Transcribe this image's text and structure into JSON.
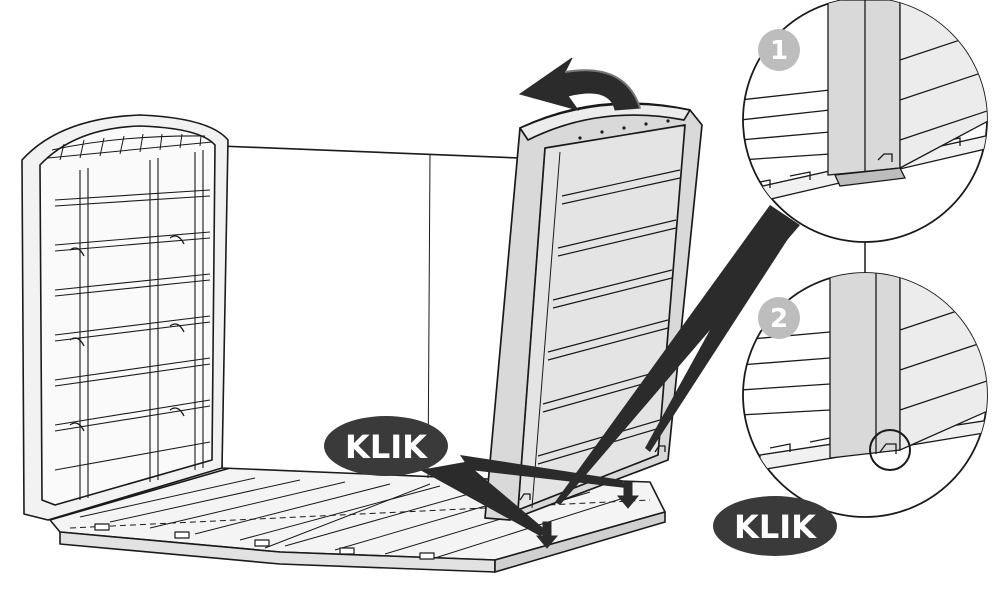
{
  "diagram": {
    "callouts": [
      {
        "id": "main",
        "text": "KLIK"
      },
      {
        "id": "detail",
        "text": "KLIK"
      }
    ],
    "steps": [
      {
        "number": "1"
      },
      {
        "number": "2"
      }
    ],
    "colors": {
      "line": "#1a1a1a",
      "panel_face": "#d9d9d9",
      "panel_light": "#ececec",
      "callout_fill": "#3a3a3a",
      "step_badge": "#bdbdbd",
      "arrow_fill": "#2b2b2b"
    }
  }
}
